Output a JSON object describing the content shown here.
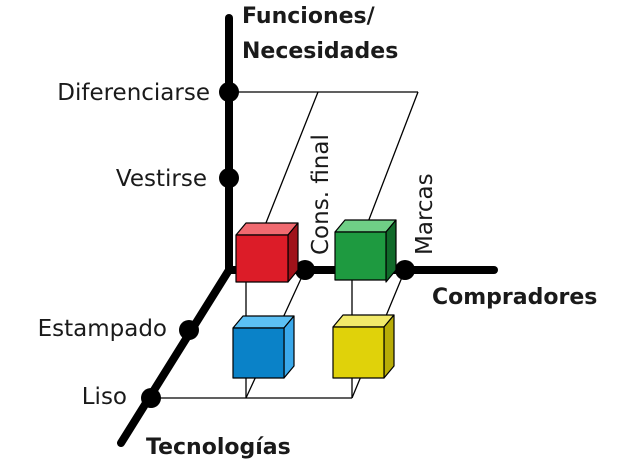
{
  "axes": {
    "vertical_title_line1": "Funciones/",
    "vertical_title_line2": "Necesidades",
    "horizontal_title": "Compradores",
    "diagonal_title": "Tecnologías"
  },
  "vertical_ticks": [
    "Diferenciarse",
    "Vestirse"
  ],
  "diagonal_ticks": [
    "Estampado",
    "Liso"
  ],
  "horizontal_ticks": [
    "Cons. final",
    "Marcas"
  ],
  "cubes": [
    {
      "id": "cube-red",
      "color": "#dc1c28",
      "level": "Vestirse",
      "buyer": "Cons. final",
      "technology": "Estampado"
    },
    {
      "id": "cube-green",
      "color": "#1e9a40",
      "level": "Vestirse",
      "buyer": "Marcas",
      "technology": "Estampado"
    },
    {
      "id": "cube-blue",
      "color": "#0a82c8",
      "level": "Vestirse",
      "buyer": "Cons. final",
      "technology": "Liso"
    },
    {
      "id": "cube-yellow",
      "color": "#e0d20a",
      "level": "Vestirse",
      "buyer": "Marcas",
      "technology": "Liso"
    }
  ]
}
